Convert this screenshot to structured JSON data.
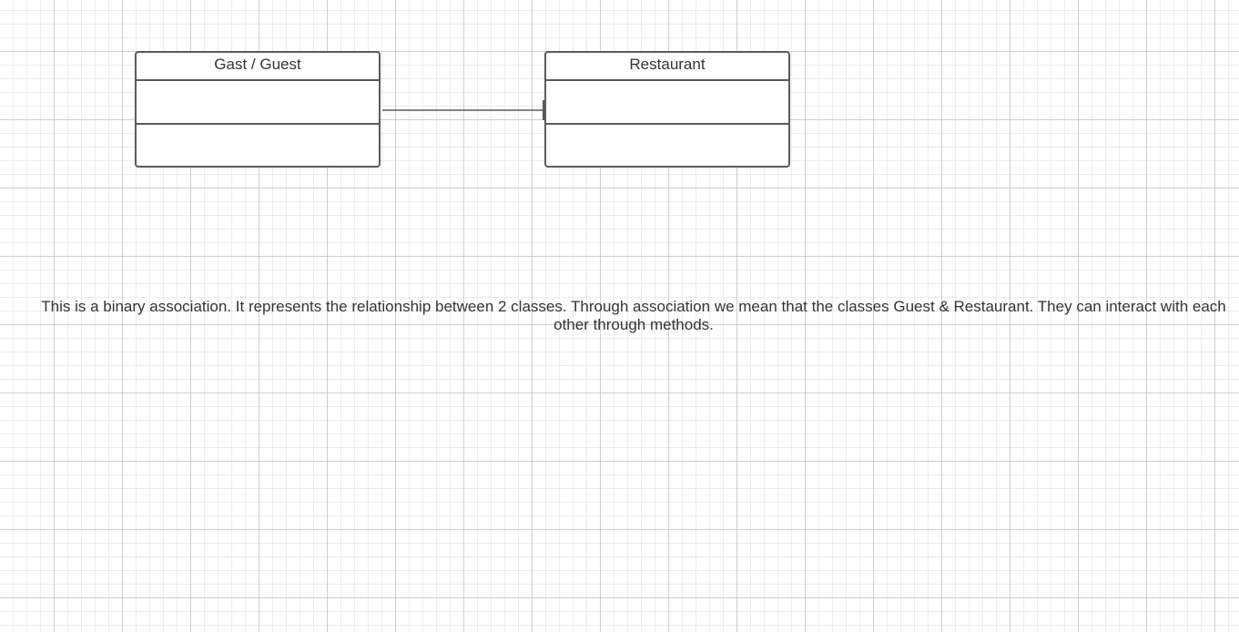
{
  "diagram": {
    "classes": [
      {
        "name": "Gast / Guest",
        "attributes": [],
        "methods": []
      },
      {
        "name": "Restaurant",
        "attributes": [],
        "methods": []
      }
    ],
    "association": {
      "type": "binary-association",
      "from": "Gast / Guest",
      "to": "Restaurant"
    },
    "note": "This is a binary association. It represents the relationship between 2 classes. Through association we mean that the classes Guest & Restaurant. They can interact with each other through methods."
  },
  "colors": {
    "line": "#5a5a5a",
    "text": "#333333",
    "grid": "#d0d0d0"
  }
}
